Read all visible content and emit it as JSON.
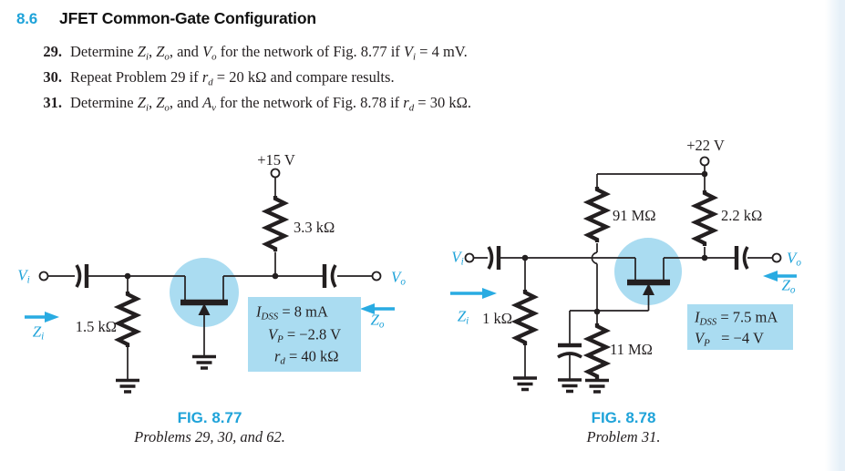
{
  "colors": {
    "accent": "#1fa3d9",
    "arrow": "#29abe2",
    "highlight": "#aadcf1",
    "ink": "#231f20"
  },
  "section": {
    "number": "8.6",
    "title": "JFET Common-Gate Configuration"
  },
  "problems": [
    {
      "num": "29.",
      "segments": [
        {
          "t": "Determine "
        },
        {
          "t": "Z",
          "i": 1
        },
        {
          "t": "i",
          "i": 1,
          "sub": 1
        },
        {
          "t": ", "
        },
        {
          "t": "Z",
          "i": 1
        },
        {
          "t": "o",
          "i": 1,
          "sub": 1
        },
        {
          "t": ", and "
        },
        {
          "t": "V",
          "i": 1
        },
        {
          "t": "o",
          "i": 1,
          "sub": 1
        },
        {
          "t": " for the network of Fig. 8.77 if "
        },
        {
          "t": "V",
          "i": 1
        },
        {
          "t": "i",
          "i": 1,
          "sub": 1
        },
        {
          "t": " = 4 mV."
        }
      ]
    },
    {
      "num": "30.",
      "segments": [
        {
          "t": "Repeat Problem 29 if "
        },
        {
          "t": "r",
          "i": 1
        },
        {
          "t": "d",
          "i": 1,
          "sub": 1
        },
        {
          "t": " = 20 kΩ and compare results."
        }
      ]
    },
    {
      "num": "31.",
      "segments": [
        {
          "t": "Determine "
        },
        {
          "t": "Z",
          "i": 1
        },
        {
          "t": "i",
          "i": 1,
          "sub": 1
        },
        {
          "t": ", "
        },
        {
          "t": "Z",
          "i": 1
        },
        {
          "t": "o",
          "i": 1,
          "sub": 1
        },
        {
          "t": ", and "
        },
        {
          "t": "A",
          "i": 1
        },
        {
          "t": "v",
          "i": 1,
          "sub": 1
        },
        {
          "t": " for the network of Fig. 8.78 if "
        },
        {
          "t": "r",
          "i": 1
        },
        {
          "t": "d",
          "i": 1,
          "sub": 1
        },
        {
          "t": " = 30 kΩ."
        }
      ]
    }
  ],
  "fig77": {
    "supply": "+15 V",
    "rd": "3.3 kΩ",
    "rs": "1.5 kΩ",
    "vi": [
      {
        "t": "V",
        "i": 1
      },
      {
        "t": "i",
        "i": 1,
        "sub": 1
      }
    ],
    "vo": [
      {
        "t": "V",
        "i": 1
      },
      {
        "t": "o",
        "i": 1,
        "sub": 1
      }
    ],
    "zi": [
      {
        "t": "Z",
        "i": 1
      },
      {
        "t": "i",
        "i": 1,
        "sub": 1
      }
    ],
    "zo": [
      {
        "t": "Z",
        "i": 1
      },
      {
        "t": "o",
        "i": 1,
        "sub": 1
      }
    ],
    "specs": [
      [
        {
          "t": "I",
          "i": 1
        },
        {
          "t": "DSS",
          "i": 1,
          "sub": 1
        },
        {
          "t": " = 8 mA"
        }
      ],
      [
        {
          "t": "V",
          "i": 1
        },
        {
          "t": "P",
          "i": 1,
          "sub": 1
        },
        {
          "t": " = −2.8 V"
        }
      ],
      [
        {
          "t": "r",
          "i": 1
        },
        {
          "t": "d",
          "i": 1,
          "sub": 1
        },
        {
          "t": " = 40 kΩ"
        }
      ]
    ],
    "caption": "FIG. 8.77",
    "caption_sub": "Problems 29, 30, and 62."
  },
  "fig78": {
    "supply": "+22 V",
    "rg1": "91 MΩ",
    "rd": "2.2 kΩ",
    "rs": "1 kΩ",
    "rg2": "11 MΩ",
    "vi": [
      {
        "t": "V",
        "i": 1
      },
      {
        "t": "i",
        "i": 1,
        "sub": 1
      }
    ],
    "vo": [
      {
        "t": "V",
        "i": 1
      },
      {
        "t": "o",
        "i": 1,
        "sub": 1
      }
    ],
    "zi": [
      {
        "t": "Z",
        "i": 1
      },
      {
        "t": "i",
        "i": 1,
        "sub": 1
      }
    ],
    "zo": [
      {
        "t": "Z",
        "i": 1
      },
      {
        "t": "o",
        "i": 1,
        "sub": 1
      }
    ],
    "specs": [
      [
        {
          "t": "I",
          "i": 1
        },
        {
          "t": "DSS",
          "i": 1,
          "sub": 1
        },
        {
          "t": " = 7.5 mA"
        }
      ],
      [
        {
          "t": "V",
          "i": 1
        },
        {
          "t": "P",
          "i": 1,
          "sub": 1
        },
        {
          "t": "   = −4 V"
        }
      ]
    ],
    "caption": "FIG. 8.78",
    "caption_sub": "Problem 31."
  }
}
